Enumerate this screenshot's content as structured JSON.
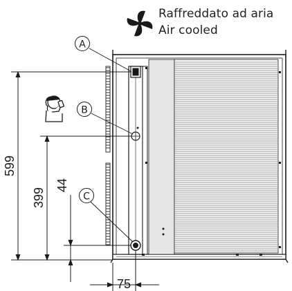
{
  "header": {
    "line1": "Raffreddato ad aria",
    "line2": "Air cooled",
    "icon": "fan-icon"
  },
  "markers": {
    "a": "A",
    "b": "B",
    "c": "C"
  },
  "dimensions": {
    "overall_height": "599",
    "connection_b_height": "399",
    "connection_c_height": "44",
    "connection_offset": "75"
  },
  "icons": {
    "drinking_person": "drinking-person-icon"
  },
  "colors": {
    "stroke": "#1a1a1a",
    "panel_fill": "#e6e6e6",
    "coil_fill": "#f4f4f4"
  }
}
